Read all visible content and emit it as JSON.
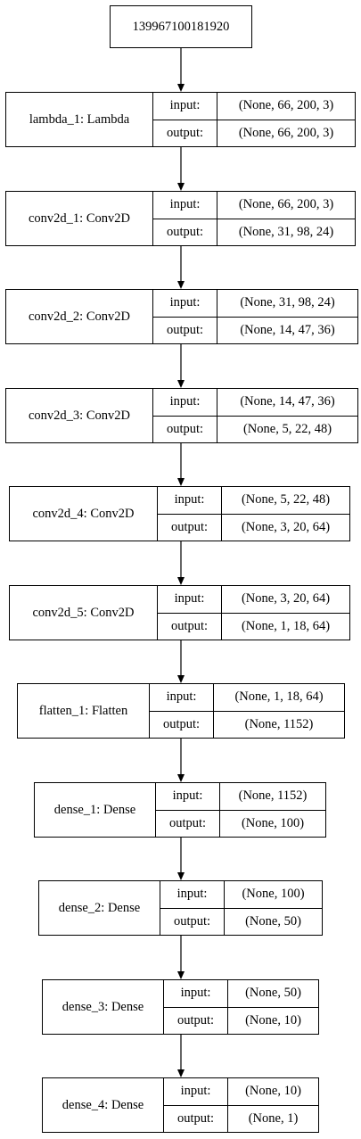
{
  "root_node": {
    "label": "139967100181920"
  },
  "io_labels": {
    "input": "input:",
    "output": "output:"
  },
  "layers": [
    {
      "name": "lambda_1: Lambda",
      "input": "(None, 66, 200, 3)",
      "output": "(None, 66, 200, 3)"
    },
    {
      "name": "conv2d_1: Conv2D",
      "input": "(None, 66, 200, 3)",
      "output": "(None, 31, 98, 24)"
    },
    {
      "name": "conv2d_2: Conv2D",
      "input": "(None, 31, 98, 24)",
      "output": "(None, 14, 47, 36)"
    },
    {
      "name": "conv2d_3: Conv2D",
      "input": "(None, 14, 47, 36)",
      "output": "(None, 5, 22, 48)"
    },
    {
      "name": "conv2d_4: Conv2D",
      "input": "(None, 5, 22, 48)",
      "output": "(None, 3, 20, 64)"
    },
    {
      "name": "conv2d_5: Conv2D",
      "input": "(None, 3, 20, 64)",
      "output": "(None, 1, 18, 64)"
    },
    {
      "name": "flatten_1: Flatten",
      "input": "(None, 1, 18, 64)",
      "output": "(None, 1152)"
    },
    {
      "name": "dense_1: Dense",
      "input": "(None, 1152)",
      "output": "(None, 100)"
    },
    {
      "name": "dense_2: Dense",
      "input": "(None, 100)",
      "output": "(None, 50)"
    },
    {
      "name": "dense_3: Dense",
      "input": "(None, 50)",
      "output": "(None, 10)"
    },
    {
      "name": "dense_4: Dense",
      "input": "(None, 10)",
      "output": "(None, 1)"
    }
  ]
}
